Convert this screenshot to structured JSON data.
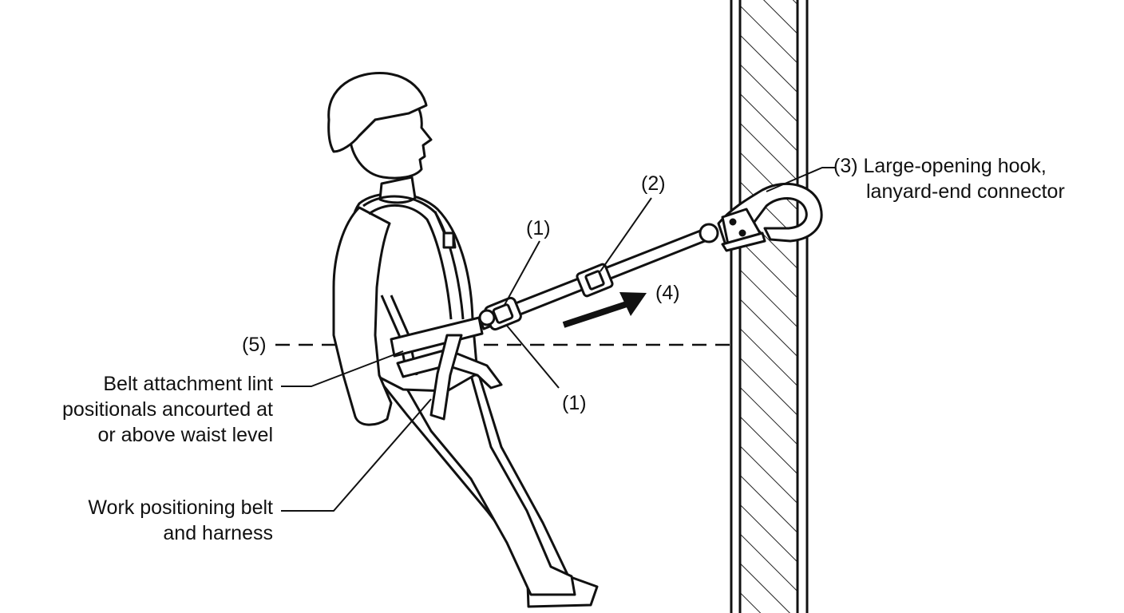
{
  "colors": {
    "ink": "#111111",
    "background": "#ffffff",
    "wall_hatch": "#222222"
  },
  "labels": {
    "n1_top": "(1)",
    "n1_bottom": "(1)",
    "n2": "(2)",
    "n3_num": "(3)",
    "n3_line1": "Large-opening hook,",
    "n3_line2": "lanyard-end connector",
    "n4": "(4)",
    "n5": "(5)",
    "belt_line1": "Belt attachment lint",
    "belt_line2": "positionals ancourted at",
    "belt_line3": "or above waist level",
    "harness_line1": "Work positioning belt",
    "harness_line2": "and harness"
  }
}
